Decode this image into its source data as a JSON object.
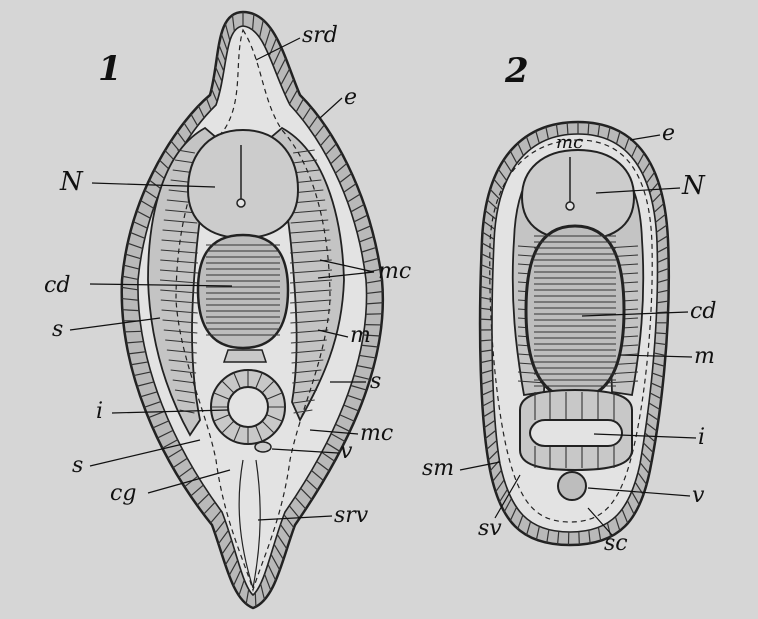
{
  "figures": [
    {
      "number": "1",
      "labels": {
        "srd": "srd",
        "e": "e",
        "N": "N",
        "cd": "cd",
        "mc_upper": "mc",
        "s_left_upper": "s",
        "m": "m",
        "s_right": "s",
        "i": "i",
        "mc_lower": "mc",
        "v": "v",
        "s_left_lower": "s",
        "cg": "cg",
        "srv": "srv"
      }
    },
    {
      "number": "2",
      "labels": {
        "e": "e",
        "mc": "mc",
        "N": "N",
        "cd": "cd",
        "m": "m",
        "i": "i",
        "sm": "sm",
        "v": "v",
        "sv": "sv",
        "sc": "sc"
      }
    }
  ],
  "colors": {
    "background": "#d6d6d6",
    "ink": "#222222",
    "epidermis_cells": "#b9b9b9",
    "muscle_fill": "#c4c4c4",
    "notochord_fill": "#bdbdbd",
    "nerve_fill": "#cccccc",
    "space_fill": "#e3e3e3"
  }
}
